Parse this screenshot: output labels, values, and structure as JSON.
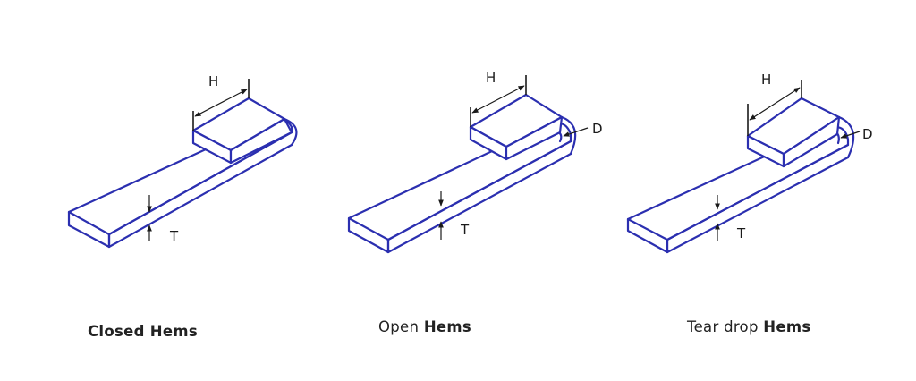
{
  "diagrams": [
    {
      "id": "closed",
      "caption_light": "",
      "caption_bold": "Closed Hems",
      "labels": {
        "height": "H",
        "thickness": "T"
      }
    },
    {
      "id": "open",
      "caption_light": "Open",
      "caption_bold": "Hems",
      "labels": {
        "height": "H",
        "thickness": "T",
        "gap": "D"
      }
    },
    {
      "id": "teardrop",
      "caption_light": "Tear drop",
      "caption_bold": "Hems",
      "labels": {
        "height": "H",
        "thickness": "T",
        "gap": "D"
      }
    }
  ]
}
